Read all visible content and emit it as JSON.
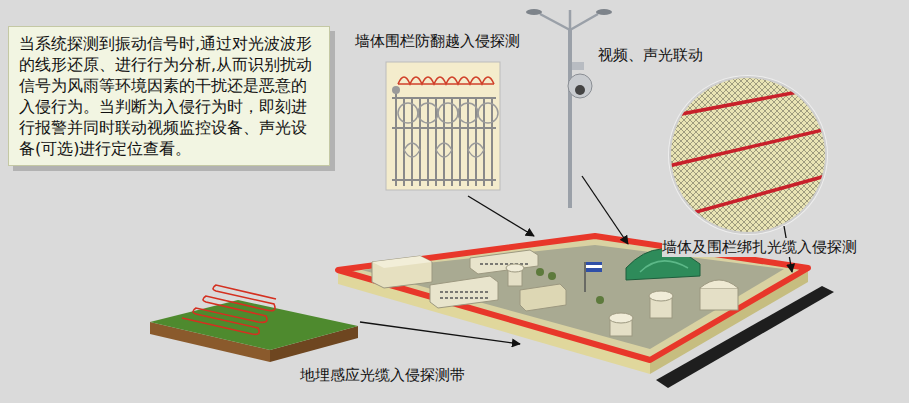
{
  "diagram": {
    "nodes": [
      {
        "text": [
          "当系统探测到振动信号时,通过对光波波形的线形还原、进行行为分析,从而识别扰动信号为风雨等环境因素的干扰还是恶意的入侵行为。当判断为入侵行为时，即刻进行报警并同时联动视频监控设备、声光设备(可选)进行定位查看。"
        ]
      }
    ],
    "labels": [
      "墙体围栏防翻越入侵探测",
      "视频、声光联动",
      "墙体及围栏绑扎光缆入侵探测",
      "地埋感应光缆入侵探测带"
    ]
  }
}
